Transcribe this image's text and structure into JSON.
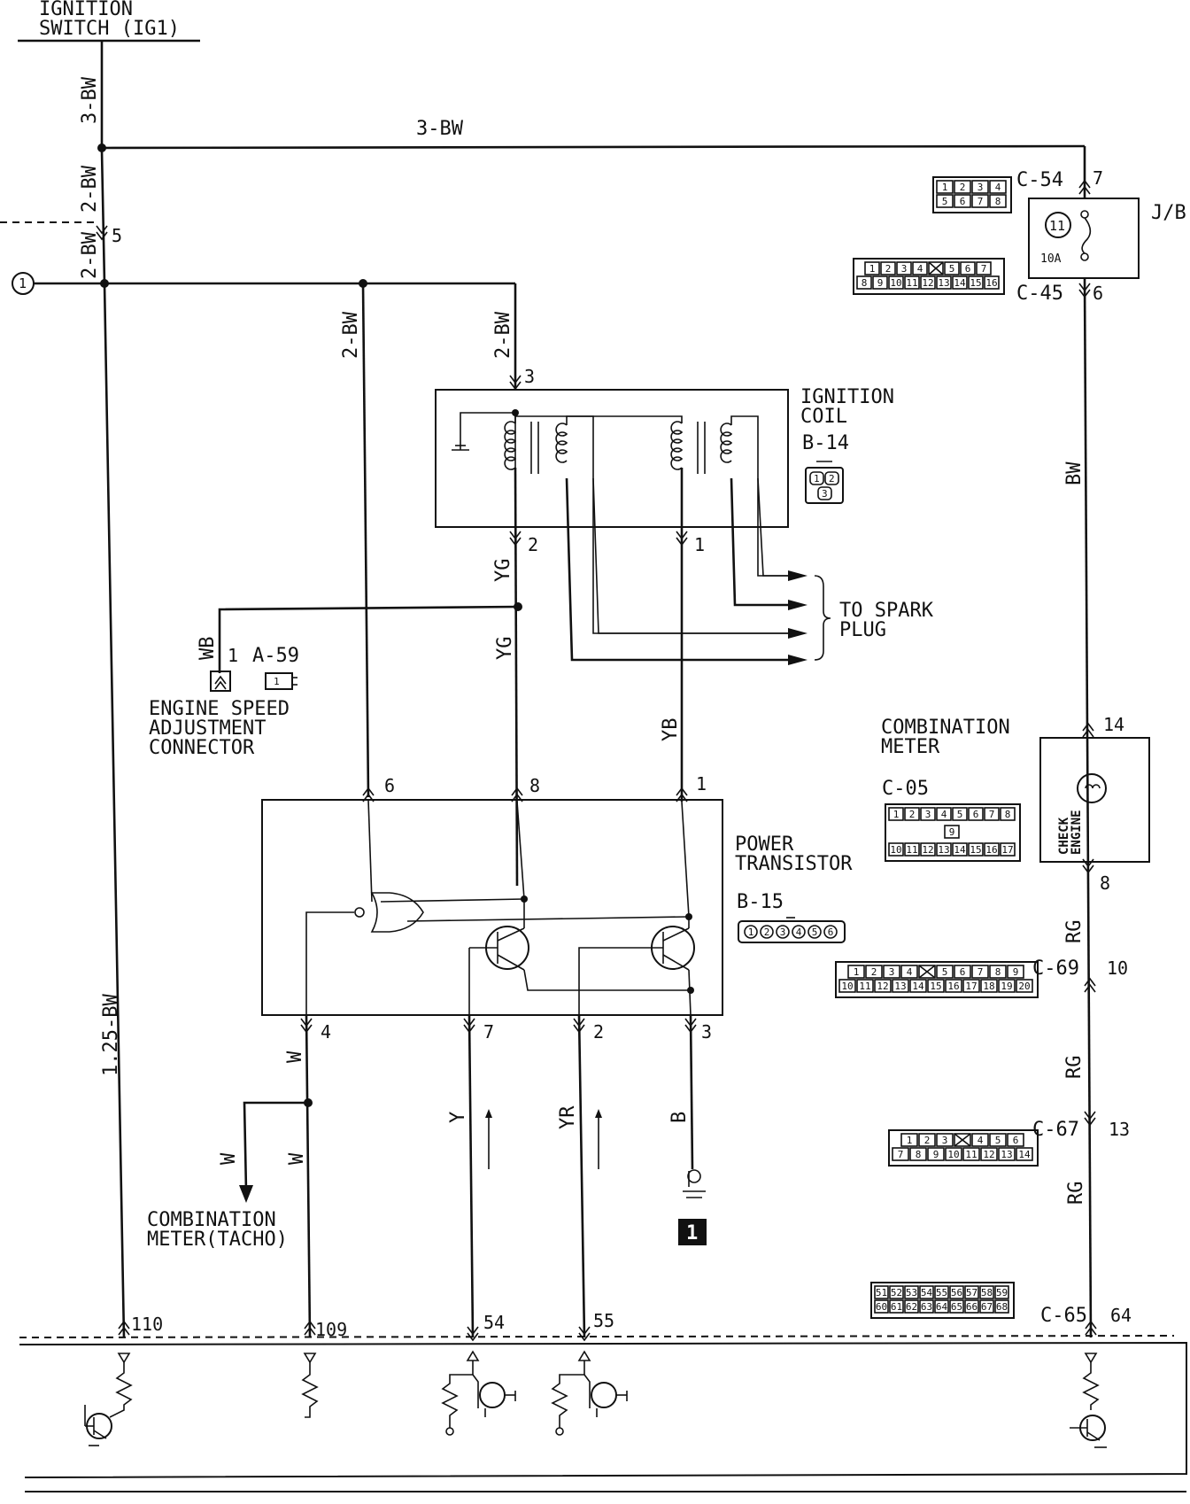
{
  "components": {
    "ignition_switch": "IGNITION\nSWITCH (IG1)",
    "ignition_coil": "IGNITION\nCOIL",
    "ignition_coil_id": "B-14",
    "to_spark_plug": "TO SPARK\nPLUG",
    "power_transistor": "POWER\nTRANSISTOR",
    "power_transistor_id": "B-15",
    "engine_speed_connector": "ENGINE SPEED\nADJUSTMENT\nCONNECTOR",
    "engine_speed_connector_id": "A-59",
    "combination_meter": "COMBINATION\nMETER",
    "combination_meter_tacho": "COMBINATION\nMETER(TACHO)",
    "check_engine": "CHECK\nENGINE",
    "junction_block": "J/B",
    "fuse_number": "11",
    "fuse_rating": "10A",
    "ground_number": "1",
    "circle_ref": "1"
  },
  "connectors": {
    "c54": "C-54",
    "c45": "C-45",
    "c05": "C-05",
    "c69": "C-69",
    "c67": "C-67",
    "c65": "C-65"
  },
  "wires": {
    "w_3bw_top": "3-BW",
    "w_3bw_vert": "3-BW",
    "w_2bw_a": "2-BW",
    "w_2bw_b": "2-BW",
    "w_2bw_c": "2-BW",
    "w_2bw_d": "2-BW",
    "w_bw": "BW",
    "w_yg_a": "YG",
    "w_yg_b": "YG",
    "w_wb": "WB",
    "w_yb": "YB",
    "w_125bw": "1.25-BW",
    "w_w_a": "W",
    "w_w_b": "W",
    "w_w_c": "W",
    "w_y": "Y",
    "w_yr": "YR",
    "w_b": "B",
    "w_rg_a": "RG",
    "w_rg_b": "RG",
    "w_rg_c": "RG"
  },
  "pins": {
    "p5": "5",
    "p7_c54": "7",
    "p6_c45": "6",
    "p3_coil": "3",
    "p2_coil": "2",
    "p1_coil": "1",
    "p1_a59": "1",
    "p6_pt": "6",
    "p8_pt": "8",
    "p1_pt": "1",
    "p4_pt": "4",
    "p7_pt": "7",
    "p2_pt": "2",
    "p3_pt": "3",
    "p14": "14",
    "p8_cm": "8",
    "p10": "10",
    "p13": "13",
    "p110": "110",
    "p109": "109",
    "p54": "54",
    "p55": "55",
    "p64": "64"
  },
  "connector_faces": {
    "c54": [
      [
        "1",
        "2",
        "3",
        "4"
      ],
      [
        "5",
        "6",
        "7",
        "8"
      ]
    ],
    "c45": [
      [
        "1",
        "2",
        "3",
        "4",
        "",
        "5",
        "6",
        "7"
      ],
      [
        "8",
        "9",
        "10",
        "11",
        "12",
        "13",
        "14",
        "15",
        "16"
      ]
    ],
    "b14": [
      [
        "1",
        "2"
      ],
      [
        "3"
      ]
    ],
    "c05": [
      [
        "1",
        "2",
        "3",
        "4",
        "5",
        "6",
        "7",
        "8"
      ],
      [
        "9"
      ],
      [
        "10",
        "11",
        "12",
        "13",
        "14",
        "15",
        "16",
        "17"
      ]
    ],
    "b15": [
      [
        "1",
        "2",
        "3",
        "4",
        "5",
        "6"
      ]
    ],
    "c69": [
      [
        "1",
        "2",
        "3",
        "4",
        "",
        "5",
        "6",
        "7",
        "8",
        "9"
      ],
      [
        "10",
        "11",
        "12",
        "13",
        "14",
        "15",
        "16",
        "17",
        "18",
        "19",
        "20"
      ]
    ],
    "c67": [
      [
        "1",
        "2",
        "3",
        "",
        "4",
        "5",
        "6"
      ],
      [
        "7",
        "8",
        "9",
        "10",
        "11",
        "12",
        "13",
        "14"
      ]
    ],
    "c65": [
      [
        "51",
        "52",
        "53",
        "54",
        "55",
        "56",
        "57",
        "58",
        "59"
      ],
      [
        "60",
        "61",
        "62",
        "63",
        "64",
        "65",
        "66",
        "67",
        "68"
      ]
    ]
  }
}
